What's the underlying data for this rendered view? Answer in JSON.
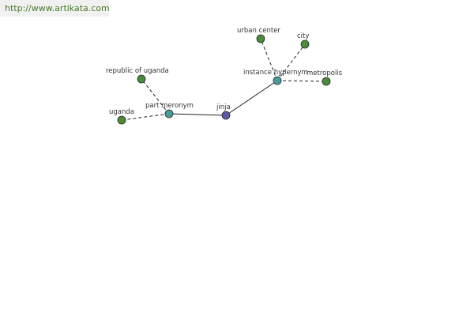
{
  "watermark": {
    "text": "http://www.artikata.com"
  },
  "graph": {
    "colors": {
      "main": "#5a5aa8",
      "relation": "#4a9a9a",
      "leaf": "#4a8a3a"
    },
    "nodes": {
      "jinja": {
        "label": "jinja",
        "kind": "main"
      },
      "part_meronym": {
        "label": "part meronym",
        "kind": "relation"
      },
      "instance_hypernym": {
        "label": "instance hypernym",
        "kind": "relation"
      },
      "uganda": {
        "label": "uganda",
        "kind": "leaf"
      },
      "republic_of_uganda": {
        "label": "republic of uganda",
        "kind": "leaf"
      },
      "urban_center": {
        "label": "urban center",
        "kind": "leaf"
      },
      "city": {
        "label": "city",
        "kind": "leaf"
      },
      "metropolis": {
        "label": "metropolis",
        "kind": "leaf"
      }
    }
  }
}
